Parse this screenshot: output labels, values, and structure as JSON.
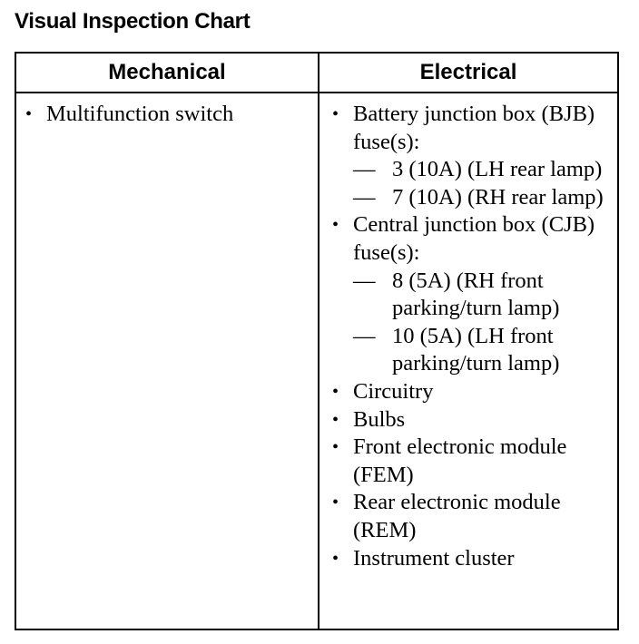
{
  "title": "Visual Inspection Chart",
  "columns": {
    "mechanical": "Mechanical",
    "electrical": "Electrical"
  },
  "bullet_glyph": "•",
  "dash_glyph": "—",
  "mechanical_items": [
    "Multifunction switch"
  ],
  "electrical_items": [
    {
      "text": "Battery junction box (BJB) fuse(s):",
      "subitems": [
        "3 (10A) (LH rear lamp)",
        "7 (10A) (RH rear lamp)"
      ]
    },
    {
      "text": "Central junction box (CJB) fuse(s):",
      "subitems": [
        "8 (5A) (RH front parking/turn lamp)",
        "10 (5A) (LH front parking/turn lamp)"
      ]
    },
    {
      "text": "Circuitry"
    },
    {
      "text": "Bulbs"
    },
    {
      "text": "Front electronic module (FEM)"
    },
    {
      "text": "Rear electronic module (REM)"
    },
    {
      "text": "Instrument cluster"
    }
  ]
}
